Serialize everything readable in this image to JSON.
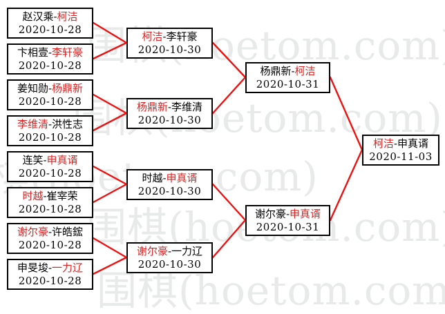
{
  "separator": "-",
  "watermark": {
    "text": "围棋(hoetom.com)",
    "color": "#e7eae8"
  },
  "colors": {
    "winner_text": "#dd2222",
    "connector_line": "#ee1111",
    "box_border": "#000000"
  },
  "rounds": [
    {
      "name": "round-of-16",
      "matches": [
        {
          "p1": "赵汉乘",
          "p2": "柯洁",
          "winner": "p2",
          "date": "2020-10-28"
        },
        {
          "p1": "卞相壹",
          "p2": "李轩豪",
          "winner": "p2",
          "date": "2020-10-28"
        },
        {
          "p1": "姜知勋",
          "p2": "杨鼎新",
          "winner": "p2",
          "date": "2020-10-28"
        },
        {
          "p1": "李维清",
          "p2": "洪性志",
          "winner": "p1",
          "date": "2020-10-28"
        },
        {
          "p1": "连笑",
          "p2": "申真谞",
          "winner": "p2",
          "date": "2020-10-28"
        },
        {
          "p1": "时越",
          "p2": "崔宰荣",
          "winner": "p1",
          "date": "2020-10-28"
        },
        {
          "p1": "谢尔豪",
          "p2": "许皓鋐",
          "winner": "p1",
          "date": "2020-10-28"
        },
        {
          "p1": "申旻埈",
          "p2": "一力辽",
          "winner": "p2",
          "date": "2020-10-28"
        }
      ]
    },
    {
      "name": "quarterfinals",
      "matches": [
        {
          "p1": "柯洁",
          "p2": "李轩豪",
          "winner": "p1",
          "date": "2020-10-30"
        },
        {
          "p1": "杨鼎新",
          "p2": "李维清",
          "winner": "p1",
          "date": "2020-10-30"
        },
        {
          "p1": "时越",
          "p2": "申真谞",
          "winner": "p2",
          "date": "2020-10-30"
        },
        {
          "p1": "谢尔豪",
          "p2": "一力辽",
          "winner": "p1",
          "date": "2020-10-30"
        }
      ]
    },
    {
      "name": "semifinals",
      "matches": [
        {
          "p1": "杨鼎新",
          "p2": "柯洁",
          "winner": "p2",
          "date": "2020-10-31"
        },
        {
          "p1": "谢尔豪",
          "p2": "申真谞",
          "winner": "p2",
          "date": "2020-10-31"
        }
      ]
    },
    {
      "name": "final",
      "matches": [
        {
          "p1": "柯洁",
          "p2": "申真谞",
          "winner": "p1",
          "date": "2020-11-03"
        }
      ]
    }
  ]
}
